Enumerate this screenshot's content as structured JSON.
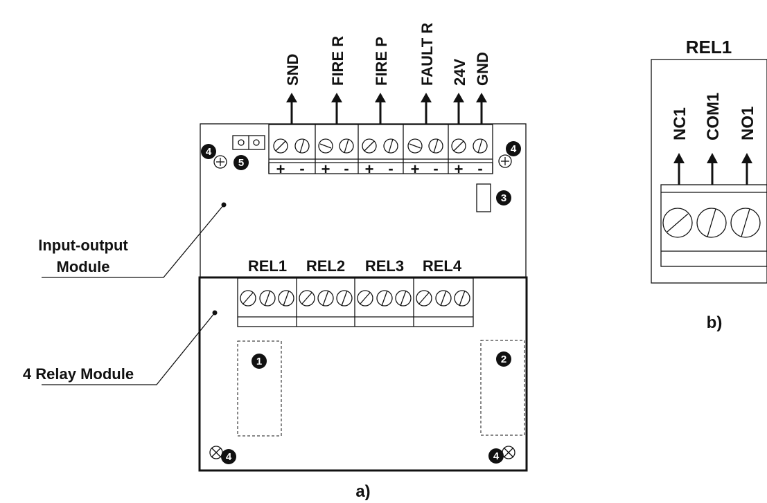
{
  "top_terminals": [
    "SND",
    "FIRE R",
    "FIRE P",
    "FAULT R",
    "24V",
    "GND"
  ],
  "polarity": {
    "plus": "+",
    "minus": "-"
  },
  "relay_labels": [
    "REL1",
    "REL2",
    "REL3",
    "REL4"
  ],
  "callouts": {
    "input_output_line1": "Input-output",
    "input_output_line2": "Module",
    "relay_module": "4 Relay Module"
  },
  "badges": {
    "one": "1",
    "two": "2",
    "three": "3",
    "four": "4",
    "five": "5"
  },
  "detail": {
    "title": "REL1",
    "terminals": [
      "NC1",
      "COM1",
      "NO1"
    ]
  },
  "captions": {
    "a": "a)",
    "b": "b)"
  }
}
